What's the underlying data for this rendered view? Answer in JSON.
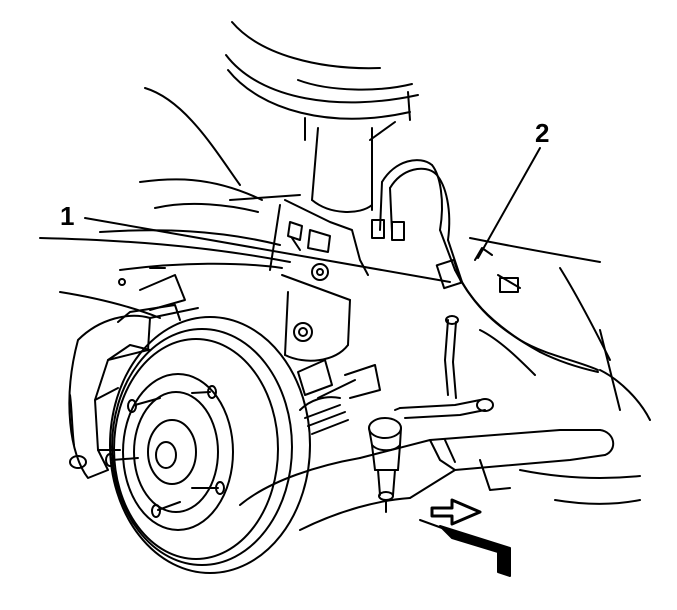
{
  "diagram": {
    "callouts": [
      {
        "label": "1",
        "name": "callout-1"
      },
      {
        "label": "2",
        "name": "callout-2"
      }
    ],
    "colors": {
      "ink": "#000000",
      "paper": "#ffffff"
    }
  }
}
